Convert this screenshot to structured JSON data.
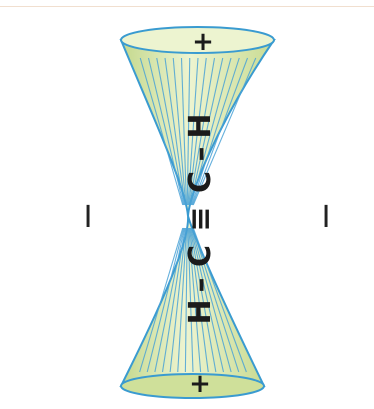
{
  "diagram": {
    "top_sign": "+",
    "bottom_sign": "+",
    "molecule": {
      "atoms": [
        "H",
        "C",
        "C",
        "H"
      ],
      "bonds": [
        "–",
        "≡",
        "–"
      ]
    },
    "side_markers": {
      "left": "I",
      "right": "I"
    }
  },
  "colors": {
    "cone_fill": "#d6e4a0",
    "cone_light": "#edf4d0",
    "cone_stroke": "#3a9bd0",
    "field_lines": "#4aa2d6",
    "text": "#1b1b1b",
    "top_rule": "#f1dfcf"
  }
}
